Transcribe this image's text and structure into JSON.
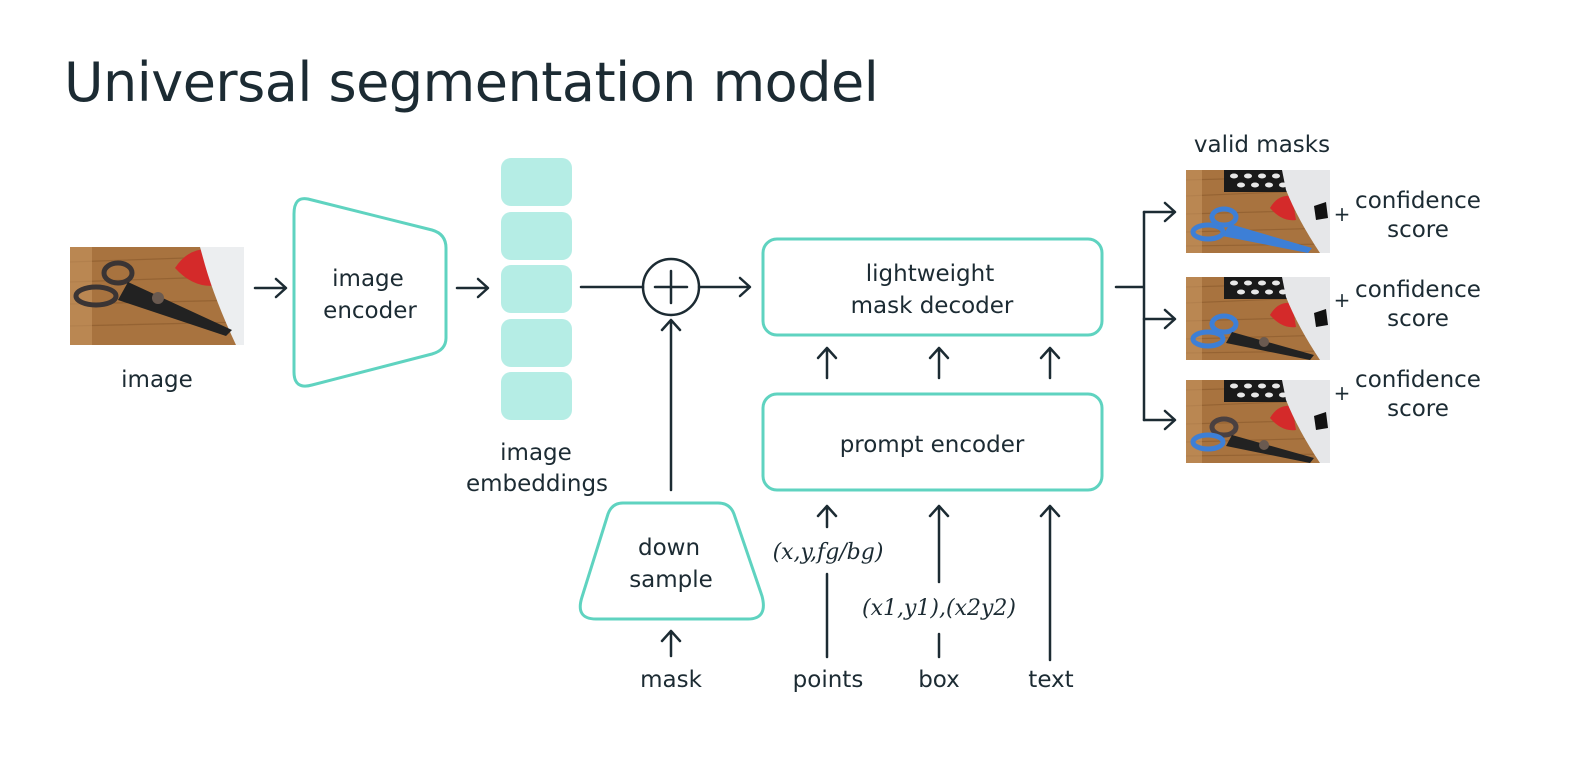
{
  "title": "Universal segmentation model",
  "colors": {
    "text": "#1c2b33",
    "accent_stroke": "#5fd3c0",
    "embedding_fill": "#b5ede5"
  },
  "input": {
    "label": "image",
    "thumbnail": "scissors-on-wood-photo"
  },
  "image_encoder": {
    "line1": "image",
    "line2": "encoder"
  },
  "embeddings": {
    "line1": "image",
    "line2": "embeddings",
    "block_count": 5
  },
  "combine_symbol": "+",
  "down_sample": {
    "line1": "down",
    "line2": "sample"
  },
  "mask_decoder": {
    "line1": "lightweight",
    "line2": "mask decoder"
  },
  "prompt_encoder": {
    "label": "prompt encoder"
  },
  "prompts": {
    "mask": "mask",
    "points": "points",
    "box": "box",
    "text": "text",
    "points_format": "(x,y,fg/bg)",
    "box_format": "(x1,y1),(x2y2)"
  },
  "outputs": {
    "header": "valid masks",
    "items": [
      {
        "plus": "+",
        "line1": "confidence",
        "line2": "score",
        "mask": "whole-scissors-blue"
      },
      {
        "plus": "+",
        "line1": "confidence",
        "line2": "score",
        "mask": "handle-blue"
      },
      {
        "plus": "+",
        "line1": "confidence",
        "line2": "score",
        "mask": "lower-handle-blue"
      }
    ]
  }
}
